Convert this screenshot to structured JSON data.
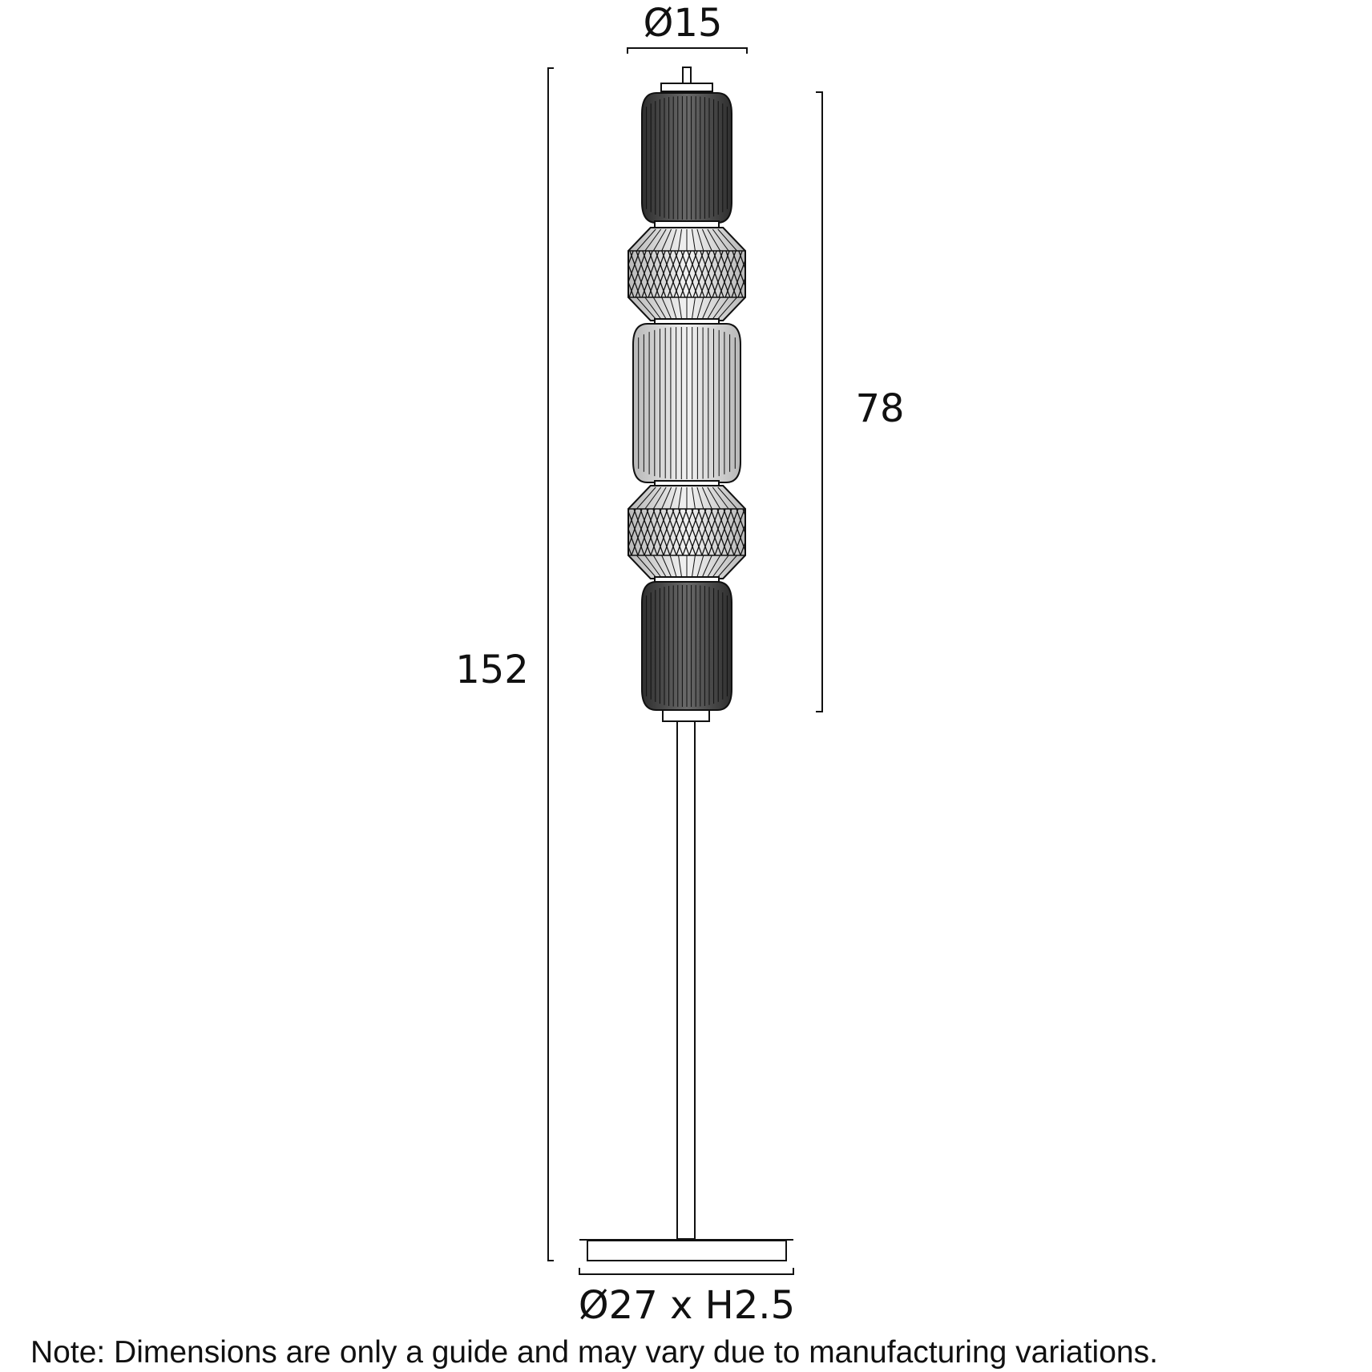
{
  "dimensions": {
    "top_diameter": "Ø15",
    "shade_height": "78",
    "total_height": "152",
    "base": "Ø27 x H2.5"
  },
  "note": "Note: Dimensions are only a guide and may vary due to manufacturing variations.",
  "colors": {
    "line": "#111111",
    "shade_dark": "#4a4a4a",
    "shade_light": "#d6d6d6",
    "background": "#ffffff"
  }
}
